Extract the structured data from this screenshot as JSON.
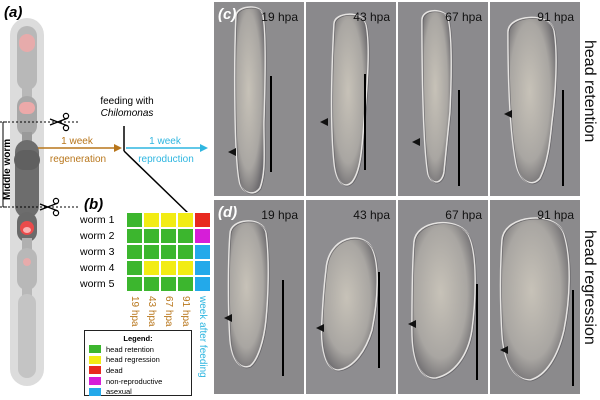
{
  "panels": {
    "a": "(a)",
    "b": "(b)",
    "c": "(c)",
    "d": "(d)"
  },
  "schematic": {
    "middle_label": "Middle worm"
  },
  "flow": {
    "feeding_line1": "feeding with",
    "feeding_line2": "Chilomonas",
    "step1_duration": "1 week",
    "step1_label": "regeneration",
    "step2_duration": "1 week",
    "step2_label": "reproduction"
  },
  "grid": {
    "worms": [
      "worm 1",
      "worm 2",
      "worm 3",
      "worm 4",
      "worm 5"
    ],
    "time_labels": [
      "19 hpa",
      "43 hpa",
      "67 hpa",
      "91 hpa"
    ],
    "final_label": "week after feeding",
    "rows": [
      [
        "head retention",
        "head regression",
        "head regression",
        "head regression",
        "dead"
      ],
      [
        "head retention",
        "head retention",
        "head retention",
        "head retention",
        "non-reproductive"
      ],
      [
        "head retention",
        "head retention",
        "head retention",
        "head retention",
        "asexual"
      ],
      [
        "head retention",
        "head regression",
        "head regression",
        "head regression",
        "asexual"
      ],
      [
        "head retention",
        "head retention",
        "head retention",
        "head retention",
        "asexual"
      ]
    ]
  },
  "legend": {
    "title": "Legend:",
    "items": [
      {
        "label": "head retention",
        "color": "#3cb62e"
      },
      {
        "label": "head regression",
        "color": "#f2ec14"
      },
      {
        "label": "dead",
        "color": "#e8291f"
      },
      {
        "label": "non-reproductive",
        "color": "#d61ed8"
      },
      {
        "label": "asexual",
        "color": "#23a9ea"
      }
    ]
  },
  "micrographs": {
    "time_points": [
      "19 hpa",
      "43 hpa",
      "67 hpa",
      "91 hpa"
    ],
    "row_c_label": "head retention",
    "row_d_label": "head regression"
  }
}
